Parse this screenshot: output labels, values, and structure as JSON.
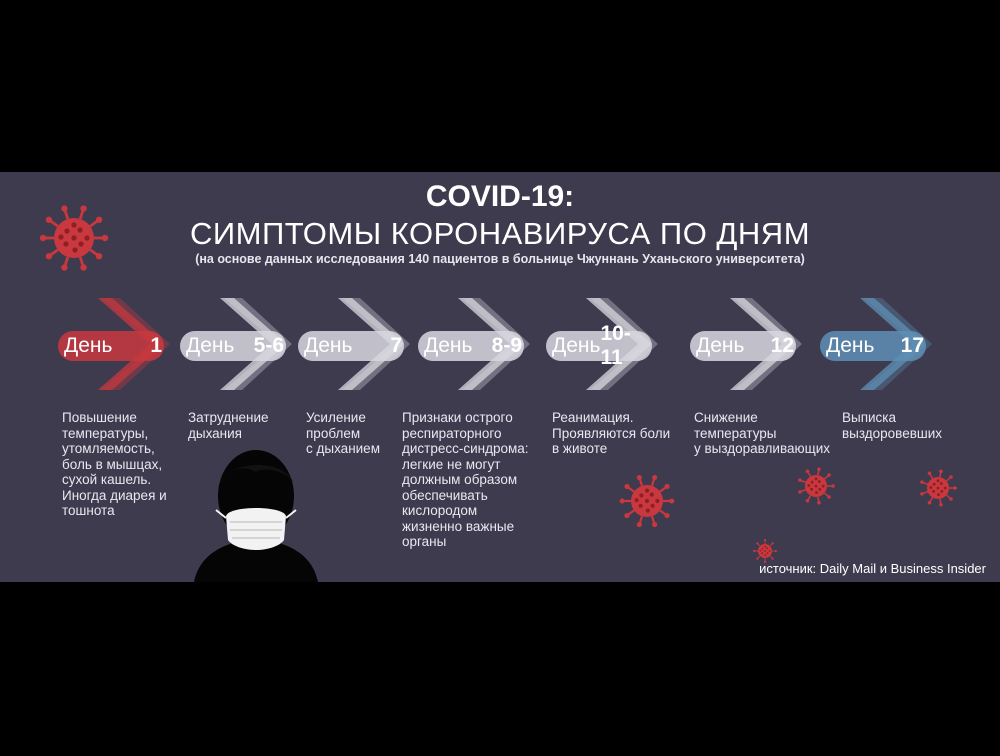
{
  "header": {
    "title": "COVID-19:",
    "subtitle": "СИМПТОМЫ КОРОНАВИРУСА ПО ДНЯМ",
    "note": "(на основе данных исследования 140 пациентов в больнице Чжуннань Уханьского университета)"
  },
  "steps": [
    {
      "label": "День",
      "num": "1",
      "color": "#c8383e",
      "desc": "Повышение\nтемпературы,\nутомляемость,\nболь в мышцах,\nсухой кашель.\nИногда диарея и\nтошнота"
    },
    {
      "label": "День",
      "num": "5-6",
      "color": "#d8d8df",
      "desc": "Затруднение\nдыхания"
    },
    {
      "label": "День",
      "num": "7",
      "color": "#d8d8df",
      "desc": "Усиление\nпроблем\nс дыханием"
    },
    {
      "label": "День",
      "num": "8-9",
      "color": "#d8d8df",
      "desc": "Признаки острого\nреспираторного\nдистресс-синдрома:\nлегкие не могут\nдолжным образом\nобеспечивать\nкислородом\nжизненно важные\nорганы"
    },
    {
      "label": "День",
      "num": "10-11",
      "color": "#d8d8df",
      "desc": "Реанимация.\nПроявляются боли\nв животе"
    },
    {
      "label": "День",
      "num": "12",
      "color": "#d8d8df",
      "desc": "Снижение\nтемпературы\nу выздоравливающих"
    },
    {
      "label": "День",
      "num": "17",
      "color": "#5f8fb5",
      "desc": "Выписка\nвыздоровевших"
    }
  ],
  "footer": {
    "source": "источник: Daily Mail и Business Insider"
  },
  "colors": {
    "background": "#3e3b4f",
    "accent_red": "#c8383e",
    "accent_blue": "#5f8fb5"
  }
}
